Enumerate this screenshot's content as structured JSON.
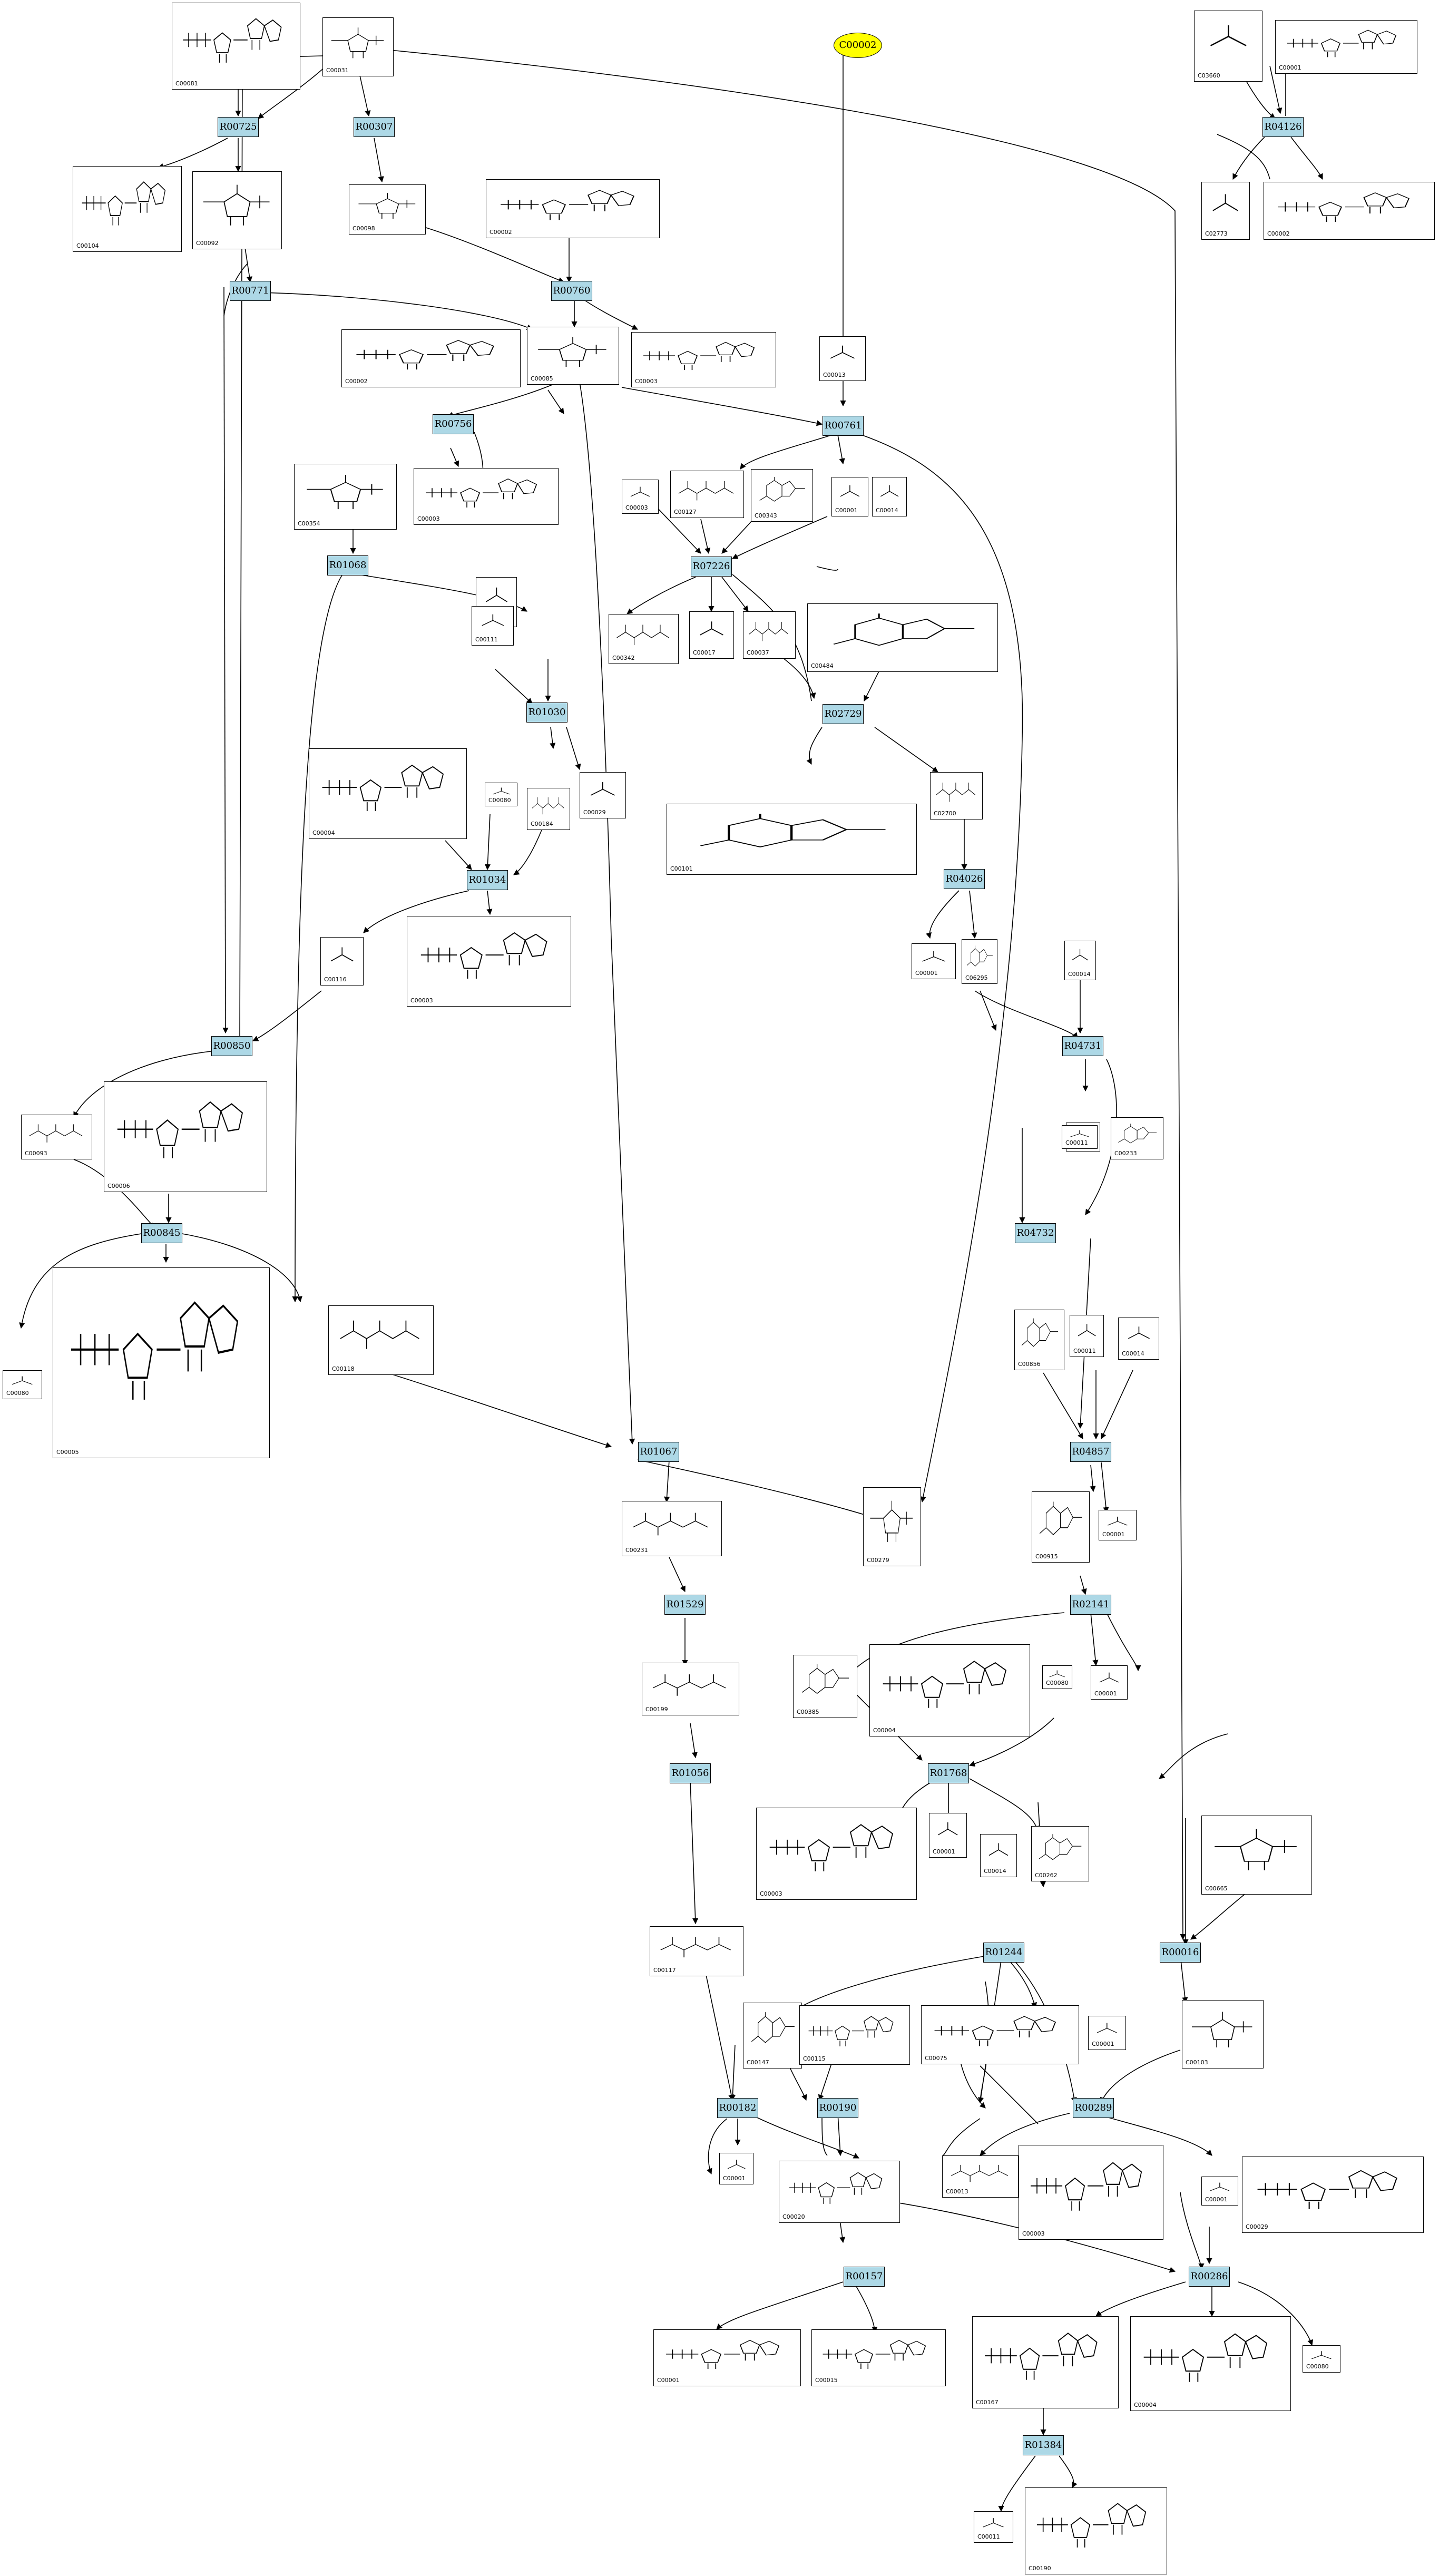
{
  "target": {
    "label": "C00002"
  },
  "reactions": [
    {
      "id": "R00725",
      "label": "R00725"
    },
    {
      "id": "R00307",
      "label": "R00307"
    },
    {
      "id": "R04126",
      "label": "R04126"
    },
    {
      "id": "R00771",
      "label": "R00771"
    },
    {
      "id": "R00760",
      "label": "R00760"
    },
    {
      "id": "R00756",
      "label": "R00756"
    },
    {
      "id": "R00761",
      "label": "R00761"
    },
    {
      "id": "R01068",
      "label": "R01068"
    },
    {
      "id": "R07226",
      "label": "R07226"
    },
    {
      "id": "R01030",
      "label": "R01030"
    },
    {
      "id": "R02729",
      "label": "R02729"
    },
    {
      "id": "R01034",
      "label": "R01034"
    },
    {
      "id": "R04026",
      "label": "R04026"
    },
    {
      "id": "R00850",
      "label": "R00850"
    },
    {
      "id": "R04731",
      "label": "R04731"
    },
    {
      "id": "R00845",
      "label": "R00845"
    },
    {
      "id": "R04732",
      "label": "R04732"
    },
    {
      "id": "R01067",
      "label": "R01067"
    },
    {
      "id": "R04857",
      "label": "R04857"
    },
    {
      "id": "R01529",
      "label": "R01529"
    },
    {
      "id": "R02141",
      "label": "R02141"
    },
    {
      "id": "R01056",
      "label": "R01056"
    },
    {
      "id": "R01768",
      "label": "R01768"
    },
    {
      "id": "R01244",
      "label": "R01244"
    },
    {
      "id": "R00016",
      "label": "R00016"
    },
    {
      "id": "R00182",
      "label": "R00182"
    },
    {
      "id": "R00190",
      "label": "R00190"
    },
    {
      "id": "R00289",
      "label": "R00289"
    },
    {
      "id": "R00157",
      "label": "R00157"
    },
    {
      "id": "R00286",
      "label": "R00286"
    },
    {
      "id": "R01384",
      "label": "R01384"
    }
  ],
  "compounds": [
    {
      "id": "c1",
      "label": "C00081"
    },
    {
      "id": "c2",
      "label": "C00031"
    },
    {
      "id": "c3",
      "label": "C03660"
    },
    {
      "id": "c4",
      "label": "C00001"
    },
    {
      "id": "c5",
      "label": "C00104"
    },
    {
      "id": "c6",
      "label": "C00092"
    },
    {
      "id": "c7",
      "label": "C00098"
    },
    {
      "id": "c8",
      "label": "C00002"
    },
    {
      "id": "c9",
      "label": "C02773"
    },
    {
      "id": "c10",
      "label": "C00002"
    },
    {
      "id": "c11",
      "label": "C00002"
    },
    {
      "id": "c12",
      "label": "C00085"
    },
    {
      "id": "c13",
      "label": "C00003"
    },
    {
      "id": "c14",
      "label": "C00013"
    },
    {
      "id": "c15",
      "label": "C00354"
    },
    {
      "id": "c16",
      "label": "C00003"
    },
    {
      "id": "c17",
      "label": "C00003"
    },
    {
      "id": "c18",
      "label": "C00127"
    },
    {
      "id": "c19",
      "label": "C00343"
    },
    {
      "id": "c20",
      "label": "C00001"
    },
    {
      "id": "c21",
      "label": "C00014"
    },
    {
      "id": "c22",
      "label": "C00001"
    },
    {
      "id": "c23",
      "label": "C00111"
    },
    {
      "id": "c24",
      "label": "C00342"
    },
    {
      "id": "c25",
      "label": "C00017"
    },
    {
      "id": "c26",
      "label": "C00037"
    },
    {
      "id": "c27",
      "label": "C00484"
    },
    {
      "id": "c28",
      "label": "C00004"
    },
    {
      "id": "c29",
      "label": "C00080"
    },
    {
      "id": "c30",
      "label": "C00184"
    },
    {
      "id": "c31",
      "label": "C00029"
    },
    {
      "id": "c32",
      "label": "C00101"
    },
    {
      "id": "c33",
      "label": "C02700"
    },
    {
      "id": "c34",
      "label": "C00003"
    },
    {
      "id": "c35",
      "label": "C00116"
    },
    {
      "id": "c36",
      "label": "C00001"
    },
    {
      "id": "c37",
      "label": "C06295"
    },
    {
      "id": "c38",
      "label": "C00014"
    },
    {
      "id": "c39",
      "label": "C00093"
    },
    {
      "id": "c40",
      "label": "C00006"
    },
    {
      "id": "c41",
      "label": "C00001"
    },
    {
      "id": "c42",
      "label": "C00233"
    },
    {
      "id": "c43",
      "label": "C00011"
    },
    {
      "id": "c44",
      "label": "C00005"
    },
    {
      "id": "c45",
      "label": "C00080"
    },
    {
      "id": "c46",
      "label": "C00118"
    },
    {
      "id": "c47",
      "label": "C00856"
    },
    {
      "id": "c48",
      "label": "C00011"
    },
    {
      "id": "c49",
      "label": "C00014"
    },
    {
      "id": "c50",
      "label": "C00231"
    },
    {
      "id": "c51",
      "label": "C00279"
    },
    {
      "id": "c52",
      "label": "C00915"
    },
    {
      "id": "c53",
      "label": "C00001"
    },
    {
      "id": "c54",
      "label": "C00199"
    },
    {
      "id": "c55",
      "label": "C00385"
    },
    {
      "id": "c56",
      "label": "C00004"
    },
    {
      "id": "c57",
      "label": "C00080"
    },
    {
      "id": "c58",
      "label": "C00001"
    },
    {
      "id": "c59",
      "label": "C00003"
    },
    {
      "id": "c60",
      "label": "C00001"
    },
    {
      "id": "c61",
      "label": "C00014"
    },
    {
      "id": "c62",
      "label": "C00262"
    },
    {
      "id": "c63",
      "label": "C00665"
    },
    {
      "id": "c64",
      "label": "C00117"
    },
    {
      "id": "c65",
      "label": "C00147"
    },
    {
      "id": "c66",
      "label": "C00115"
    },
    {
      "id": "c67",
      "label": "C00075"
    },
    {
      "id": "c68",
      "label": "C00001"
    },
    {
      "id": "c69",
      "label": "C00103"
    },
    {
      "id": "c70",
      "label": "C00001"
    },
    {
      "id": "c71",
      "label": "C00020"
    },
    {
      "id": "c72",
      "label": "C00013"
    },
    {
      "id": "c73",
      "label": "C00003"
    },
    {
      "id": "c74",
      "label": "C00001"
    },
    {
      "id": "c75",
      "label": "C00029"
    },
    {
      "id": "c76",
      "label": "C00001"
    },
    {
      "id": "c77",
      "label": "C00015"
    },
    {
      "id": "c78",
      "label": "C00167"
    },
    {
      "id": "c79",
      "label": "C00004"
    },
    {
      "id": "c80",
      "label": "C00080"
    },
    {
      "id": "c81",
      "label": "C00011"
    },
    {
      "id": "c82",
      "label": "C00190"
    }
  ]
}
